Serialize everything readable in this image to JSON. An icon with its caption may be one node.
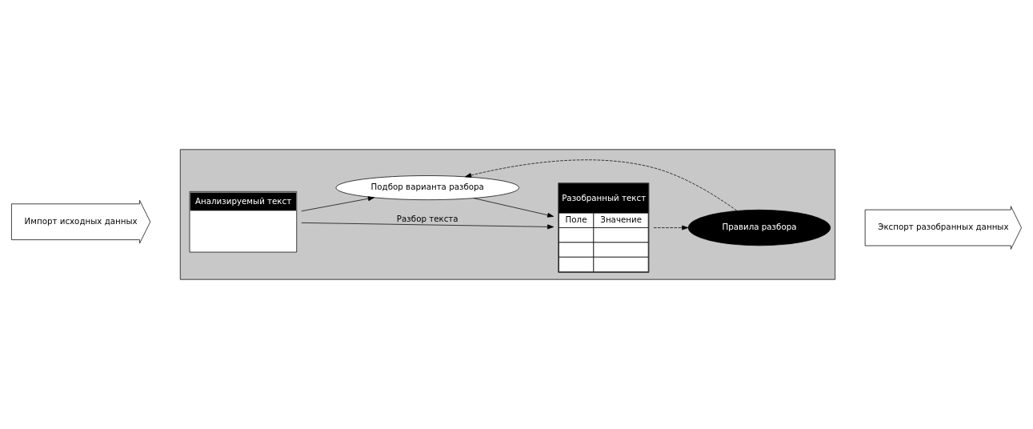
{
  "diagram": {
    "nodes": [
      {
        "text": [
          "Импорт исходных данных"
        ]
      },
      {
        "text": [],
        "shape": "box"
      },
      {
        "text": [
          "Анализируемый текст"
        ],
        "in": 1
      },
      {
        "text": [
          "Разобранный текст",
          "Поле",
          "Значение"
        ],
        "in": 1
      },
      {
        "text": [
          "Подбор варианта разбора"
        ],
        "in": 1
      },
      {
        "text": [
          "Правила разбора"
        ],
        "in": 1
      },
      {
        "text": [
          "Экспорт разобранных данных"
        ]
      }
    ],
    "edges": [
      {
        "from": 2,
        "to": 3,
        "arrow": "to",
        "label": "Разбор текста"
      },
      {
        "from": 2,
        "to": 4,
        "arrow": "to"
      },
      {
        "from": 4,
        "to": 3,
        "arrow": "to"
      },
      {
        "from": 3,
        "to": 5,
        "arrow": "to",
        "style": "dashed"
      },
      {
        "from": 5,
        "to": 4,
        "arrow": "to",
        "style": "dashed"
      }
    ]
  }
}
